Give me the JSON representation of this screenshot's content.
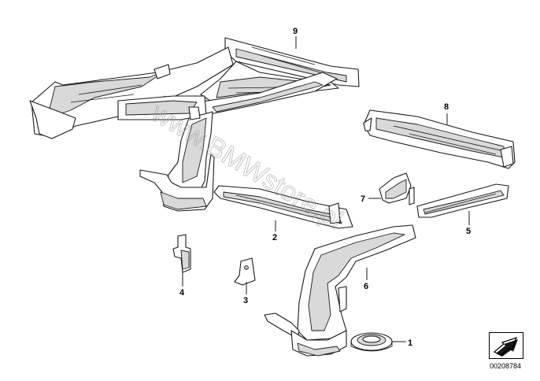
{
  "diagram": {
    "callouts": [
      {
        "id": "1",
        "label": "1"
      },
      {
        "id": "2",
        "label": "2"
      },
      {
        "id": "3",
        "label": "3"
      },
      {
        "id": "4",
        "label": "4"
      },
      {
        "id": "5",
        "label": "5"
      },
      {
        "id": "6",
        "label": "6"
      },
      {
        "id": "7",
        "label": "7"
      },
      {
        "id": "8",
        "label": "8"
      },
      {
        "id": "9",
        "label": "9"
      }
    ],
    "watermark": "www.BMWstore.pl",
    "diagram_id": "00208784",
    "nav_icon": "arrow-down-left-icon"
  }
}
